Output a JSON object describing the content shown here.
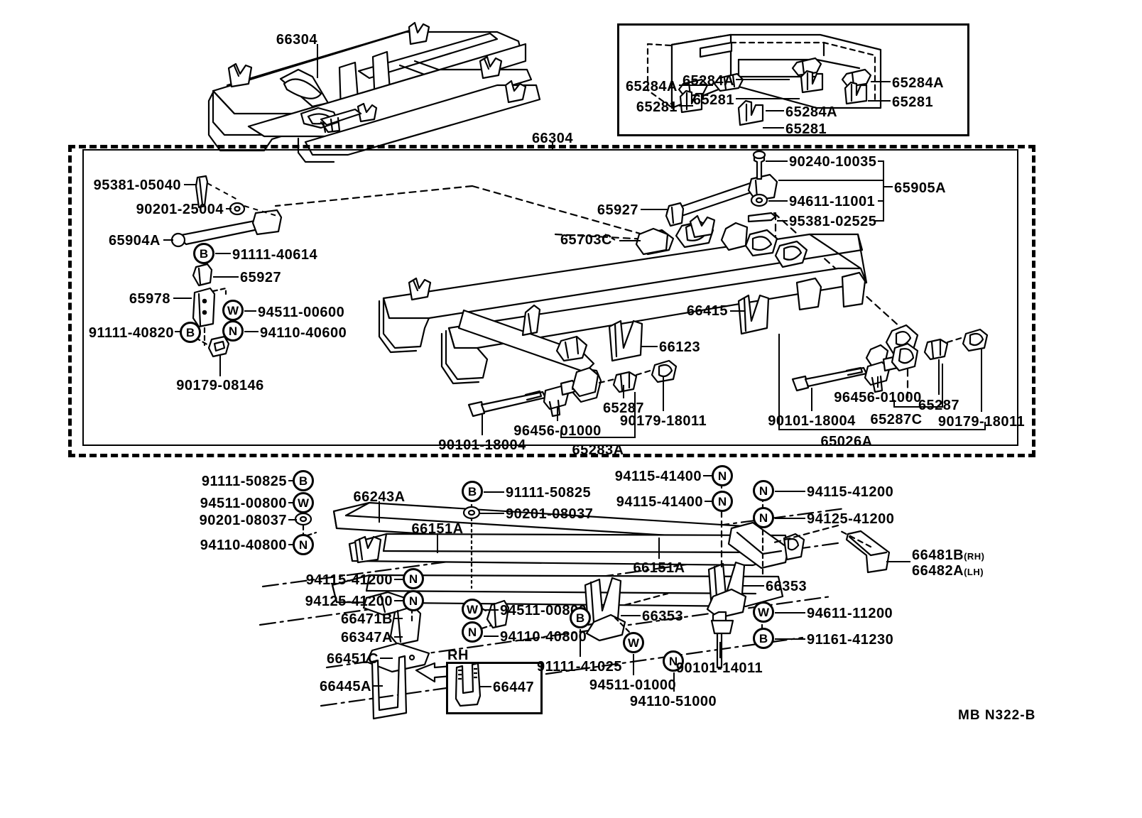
{
  "diagram": {
    "sheet_code": "MB N322-B",
    "title_parts": [
      "66304"
    ],
    "top_assembly": {
      "label": "66304"
    },
    "top_inset": {
      "labels": [
        {
          "id": "i1",
          "text": "65284A"
        },
        {
          "id": "i2",
          "text": "65281"
        },
        {
          "id": "i3",
          "text": "65284A"
        },
        {
          "id": "i4",
          "text": "65281"
        },
        {
          "id": "i5",
          "text": "65284A"
        },
        {
          "id": "i6",
          "text": "65281"
        },
        {
          "id": "i7",
          "text": "65284A"
        },
        {
          "id": "i8",
          "text": "65281"
        }
      ]
    },
    "main_box": {
      "header_label": "66304",
      "left_labels": [
        {
          "text": "95381-05040"
        },
        {
          "text": "90201-25004"
        },
        {
          "text": "65904A"
        },
        {
          "text": "91111-40614",
          "sym": "B"
        },
        {
          "text": "65927"
        },
        {
          "text": "65978"
        },
        {
          "text": "94511-00600",
          "sym": "W"
        },
        {
          "text": "91111-40820",
          "sym": "B"
        },
        {
          "text": "94110-40600",
          "sym": "N"
        },
        {
          "text": "90179-08146"
        }
      ],
      "right_labels": [
        {
          "text": "90240-10035"
        },
        {
          "text": "94611-11001"
        },
        {
          "text": "95381-02525"
        },
        {
          "text": "65905A"
        },
        {
          "text": "65927"
        },
        {
          "text": "65703C"
        },
        {
          "text": "66415"
        },
        {
          "text": "66123"
        }
      ],
      "bottom_labels": [
        {
          "text": "90101-18004"
        },
        {
          "text": "96456-01000"
        },
        {
          "text": "65283A"
        },
        {
          "text": "65287"
        },
        {
          "text": "90179-18011"
        },
        {
          "text": "90101-18004"
        },
        {
          "text": "96456-01000"
        },
        {
          "text": "65287C"
        },
        {
          "text": "65287"
        },
        {
          "text": "90179-18011"
        },
        {
          "text": "65026A"
        }
      ]
    },
    "lower_section": {
      "left_labels": [
        {
          "text": "91111-50825",
          "sym": "B"
        },
        {
          "text": "94511-00800",
          "sym": "W"
        },
        {
          "text": "90201-08037",
          "sym": "ring"
        },
        {
          "text": "94110-40800",
          "sym": "N"
        },
        {
          "text": "94115-41200",
          "sym": "N"
        },
        {
          "text": "94125-41200",
          "sym": "N"
        },
        {
          "text": "66471B"
        },
        {
          "text": "66347A"
        },
        {
          "text": "66451C"
        },
        {
          "text": "66445A"
        }
      ],
      "center_labels": [
        {
          "text": "66243A"
        },
        {
          "text": "66151A"
        },
        {
          "text": "91111-50825",
          "sym": "B"
        },
        {
          "text": "90201-08037",
          "sym": "ring"
        },
        {
          "text": "94511-00800",
          "sym": "W"
        },
        {
          "text": "94110-40800",
          "sym": "N"
        },
        {
          "text": "RH"
        },
        {
          "text": "66447"
        },
        {
          "text": "91111-41025",
          "sym": "B"
        },
        {
          "text": "94511-01000",
          "sym": "W"
        },
        {
          "text": "94110-51000",
          "sym": "N"
        },
        {
          "text": "66353"
        }
      ],
      "right_labels": [
        {
          "text": "94115-41400",
          "sym": "N"
        },
        {
          "text": "94115-41400",
          "sym": "N"
        },
        {
          "text": "94115-41200",
          "sym": "N"
        },
        {
          "text": "94125-41200",
          "sym": "N"
        },
        {
          "text": "66151A"
        },
        {
          "text": "66353"
        },
        {
          "text": "66481B",
          "suffix": "(RH)"
        },
        {
          "text": "66482A",
          "suffix": "(LH)"
        },
        {
          "text": "94611-11200",
          "sym": "W"
        },
        {
          "text": "91161-41230",
          "sym": "B"
        },
        {
          "text": "90101-14011"
        }
      ]
    }
  }
}
